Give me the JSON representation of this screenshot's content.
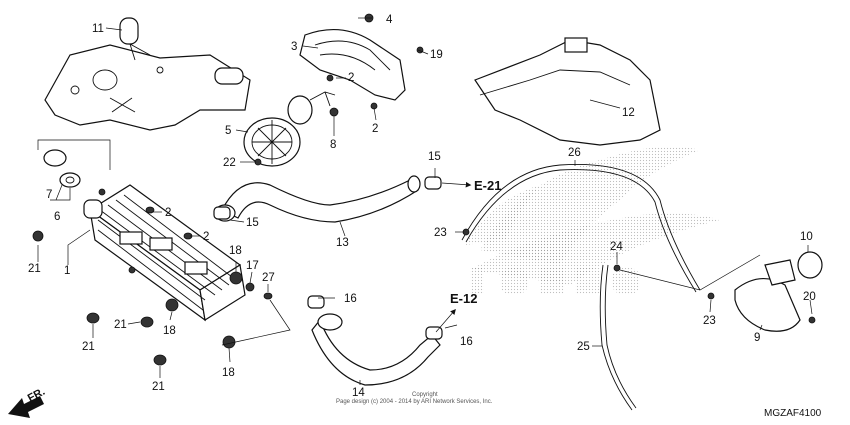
{
  "diagram": {
    "code": "MGZAF4100",
    "copyright_line1": "Copyright",
    "copyright_line2": "Page design (c) 2004 - 2014 by ARI Network Services, Inc.",
    "front_arrow_label": "FR.",
    "refs": [
      {
        "id": "e21",
        "label": "E-21"
      },
      {
        "id": "e12",
        "label": "E-12"
      }
    ],
    "callouts": [
      {
        "id": "c11",
        "label": "11"
      },
      {
        "id": "c4",
        "label": "4"
      },
      {
        "id": "c3",
        "label": "3"
      },
      {
        "id": "c19",
        "label": "19"
      },
      {
        "id": "c2a",
        "label": "2"
      },
      {
        "id": "c2b",
        "label": "2"
      },
      {
        "id": "c5",
        "label": "5"
      },
      {
        "id": "c8",
        "label": "8"
      },
      {
        "id": "c22",
        "label": "22"
      },
      {
        "id": "c12",
        "label": "12"
      },
      {
        "id": "c7",
        "label": "7"
      },
      {
        "id": "c6",
        "label": "6"
      },
      {
        "id": "c2c",
        "label": "2"
      },
      {
        "id": "c2d",
        "label": "2"
      },
      {
        "id": "c15a",
        "label": "15"
      },
      {
        "id": "c15b",
        "label": "15"
      },
      {
        "id": "c13",
        "label": "13"
      },
      {
        "id": "c26",
        "label": "26"
      },
      {
        "id": "c23a",
        "label": "23"
      },
      {
        "id": "c21a",
        "label": "21"
      },
      {
        "id": "c1",
        "label": "1"
      },
      {
        "id": "c18a",
        "label": "18"
      },
      {
        "id": "c17",
        "label": "17"
      },
      {
        "id": "c27",
        "label": "27"
      },
      {
        "id": "c16a",
        "label": "16"
      },
      {
        "id": "c16b",
        "label": "16"
      },
      {
        "id": "c24",
        "label": "24"
      },
      {
        "id": "c10",
        "label": "10"
      },
      {
        "id": "c20",
        "label": "20"
      },
      {
        "id": "c23b",
        "label": "23"
      },
      {
        "id": "c9",
        "label": "9"
      },
      {
        "id": "c25",
        "label": "25"
      },
      {
        "id": "c21b",
        "label": "21"
      },
      {
        "id": "c21c",
        "label": "21"
      },
      {
        "id": "c18b",
        "label": "18"
      },
      {
        "id": "c18c",
        "label": "18"
      },
      {
        "id": "c21d",
        "label": "21"
      },
      {
        "id": "c14",
        "label": "14"
      }
    ]
  }
}
